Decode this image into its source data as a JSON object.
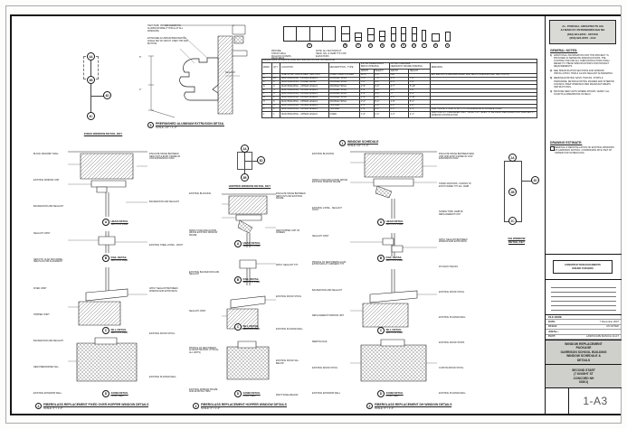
{
  "titleblock": {
    "architect": [
      "J.L. PURCELL ARCHITECTS AIA",
      "44 MAIN ST. PETERBOROUGH NH",
      "(603) 924-2200 - OFFICE",
      "(603) 924-6070 - FAX"
    ],
    "general_notes_title": "GENERAL NOTES:",
    "general_notes": [
      "ADDITIONAL INFORMATION FOR THIS PROJECT IS PROVIDED IN SEPARATE SPECIFICATIONS. THE CONTRACTOR AND ALL SUBCONTRACTORS SHALL REFER TO THESE SPECIFICATIONS FOR PROJECT REQUIREMENTS.",
      "SEE SPECIFICATION SECTIONS FOR WINDOW INSTALLATION, TRIM & GLASS SEALANT ALTERNATES.",
      "REMOVE EXISTING SASH, TRACKS, STOPS & HARDWARE. RETAIN EXISTING FRAMES AND INTERIOR CASINGS. PREP OPENINGS PER MANUFACTURER'S INSTRUCTIONS.",
      "PROVIDE NEW UNITS WHERE SHOWN. VERIFY ALL COUNTS & DIMENSIONS IN FIELD."
    ],
    "drawing_estimate_title": "DRAWING ESTIMATE:",
    "drawing_estimate": [
      "REMOVAL & REINSTALLATION OF EXISTING WINDOWS AT GARRISON SCHOOL. COORDINATE SITE VISIT W/ OWNER FOR SCHEDULING."
    ],
    "stamp": [
      "CONSTRUCTION DOCUMENTS",
      "ISSUED FOR BIDS"
    ],
    "file_info": [
      {
        "label": "FILE NAME:",
        "value": ""
      },
      {
        "label": "DATE:",
        "value": "7 December 2007"
      },
      {
        "label": "SCALE:",
        "value": "AS NOTED"
      },
      {
        "label": "JOB No.:",
        "value": ""
      },
      {
        "label": "PLOT:",
        "value": "LANDSCAPE MANUAL 11x17"
      }
    ],
    "project": [
      "WINDOW REPLACEMENT",
      "PACKAGE",
      "GARRISON SCHOOL BUILDING",
      "WINDOW SCHEDULE &",
      "DETAILS"
    ],
    "client": [
      "SECOND START",
      "(7 KNIGHT ST",
      "CONCORD NH",
      "03301)"
    ],
    "sheet_number": "1-A3"
  },
  "schedule": {
    "title": "GARRISON WINDOW AND EXTERIOR DOOR SCHEDULE",
    "group1": {
      "l1": "INITIAL DIMENSIONS",
      "l2": "BRICK OPENING"
    },
    "group2": {
      "l1": "INITIAL OVERSIZE",
      "l2": "NEW/EXIST FRAME OPENING"
    },
    "columns": {
      "mark": "MARK",
      "qty": "QTY",
      "loc": "LOCATION",
      "desc": "DESCRIPTION - TYPE",
      "w": "WIDTH",
      "h": "HEIGHT",
      "remarks": "REMARKS"
    },
    "rows": [
      {
        "mark": "A",
        "qty": "7",
        "loc": "ONE STORY ADD'N WEST SECTION",
        "desc": "FIXED OVER HOPPER",
        "w1": "20'-4\"",
        "h1": "8'-0\"",
        "w2": "N/A",
        "h2": "",
        "rem": "ENTIRE UNITS ARE REPLACED W/IN BRICK OPENING (MAY BE 2 UNITS)"
      },
      {
        "mark": "B",
        "qty": "22",
        "loc": "MAIN BUILDING - UPPER LEVELS",
        "desc": "DOUBLE HUNG",
        "w1": "3'-1\"",
        "h1": "7'-8\"",
        "w2": "2'-9\"",
        "h2": "7'-2\"",
        "rem": ""
      },
      {
        "mark": "C",
        "qty": "8",
        "loc": "MAIN BUILDING - LOWER LEVEL",
        "desc": "DOUBLE HUNG",
        "w1": "3'-1\"",
        "h1": "6'-1\"",
        "w2": "2'-9\"",
        "h2": "5'-9\"",
        "rem": ""
      },
      {
        "mark": "D",
        "qty": "9",
        "loc": "MAIN BUILDING - UPPER LEVELS",
        "desc": "DOUBLE HUNG",
        "w1": "2'-9\"",
        "h1": "6'-2\"",
        "w2": "2'-7\"",
        "h2": "5'-10\"",
        "rem": ""
      },
      {
        "mark": "E",
        "qty": "4",
        "loc": "MAIN BUILDING - UPPER LEVELS",
        "desc": "DOUBLE HUNG",
        "w1": "2'-4\"",
        "h1": "6'-4\"",
        "w2": "2'-1\"",
        "h2": "5'-8\"",
        "rem": ""
      },
      {
        "mark": "F",
        "qty": "6",
        "loc": "MAIN BUILDING - UPPER LEVELS",
        "desc": "DOUBLE HUNG",
        "w1": "1'-9\"",
        "h1": "6'-5\"",
        "w2": "—",
        "h2": "6'-1\"",
        "rem": ""
      },
      {
        "mark": "G",
        "qty": "2",
        "loc": "MAIN BUILDING - UPPER LEVELS",
        "desc": "DOUBLE HUNG",
        "w1": "2'-9\"",
        "h1": "6'-2\"",
        "w2": "2'-6\"",
        "h2": "5'-11\"",
        "rem": ""
      },
      {
        "mark": "H",
        "qty": "6",
        "loc": "MAIN BUILDING - UPPER LEVELS",
        "desc": "DOUBLE HUNG",
        "w1": "2'-2\"",
        "h1": "5'-2\"",
        "w2": "1'-9\"",
        "h2": "5'-1\"",
        "rem": ""
      },
      {
        "mark": "J",
        "qty": "4",
        "loc": "MAIN BUILDING - UPPER LEVELS",
        "desc": "HOPPER",
        "w1": "2'-4\"",
        "h1": "2'-4\"",
        "w2": "2'-2\"",
        "h2": "2'-2\"",
        "rem": ""
      },
      {
        "mark": "K",
        "qty": "2",
        "loc": "MAIN BUILDING - UPPER LEVELS",
        "desc": "HOPPER",
        "w1": "1'-9\"",
        "h1": "2'-4\"",
        "w2": "1'-6\"",
        "h2": "2'-1\"",
        "rem": "PAIR TRIPLE 'F' AND 'G' MT'L TO COORDINATE W/ DOUBLE HUNG"
      },
      {
        "mark": "L",
        "qty": "1",
        "loc": "MAIN BUILDING - UPPER LEVELS",
        "desc": "FIXED",
        "w1": "1'-6\"",
        "h1": "2'-4\"",
        "w2": "1'-2\"",
        "h2": "2'-1\"",
        "rem": "VERTICAL MT OVERSIZED ONLY - EXACT MT SIZES TO BE FIELD MEASURED AND VERIFIED BY WINDOW CONTRACTOR"
      }
    ],
    "caption": {
      "num": "1",
      "title": "WINDOW SCHEDULE",
      "scale": "SCALE: 1/2\" = 1'-0\""
    }
  },
  "window_types": {
    "wide_label": "A",
    "note_left": "PROVIDE STRUCTURAL MULLION COVERS - FIELD MEAS.",
    "note_right": "NOTE: ALL SECTIONS AT HEAD, SILL & JAMB TYP. FOR ELEVATIONS",
    "items": [
      {
        "label": "B",
        "w": 10,
        "h": 17,
        "split": true
      },
      {
        "label": "C",
        "w": 8,
        "h": 10,
        "split": true
      },
      {
        "label": "D",
        "w": 8,
        "h": 15,
        "split": true
      },
      {
        "label": "E",
        "w": 7,
        "h": 12,
        "split": true
      },
      {
        "label": "F",
        "w": 6,
        "h": 16,
        "split": true
      },
      {
        "label": "G",
        "w": 6,
        "h": 16,
        "split": true
      },
      {
        "label": "H",
        "w": 6,
        "h": 16,
        "split": true
      },
      {
        "label": "J",
        "w": 5,
        "h": 13,
        "split": false
      },
      {
        "label": "K",
        "w": 9,
        "h": 9,
        "split": false
      },
      {
        "label": "L",
        "w": 6,
        "h": 11,
        "split": false
      }
    ]
  },
  "extrusion": {
    "num": "5",
    "title": "PREFINISHED ALUMINUM EXTRUSION DETAIL",
    "scale": "SCALE: 1/2\" = 1'-0\"",
    "notes": [
      "HIGH PERF. PRIMED CLEAR FIN. ALUMINUM WIRE (TYPICAL AT ALL WINDOWS)",
      "EXTRUDED ALUMINUM BRACKETING ANGLE SET W/ GROUT LINES TOP AND BOTTOM",
      "SEALANT"
    ],
    "dims": [
      "5\"",
      "2\""
    ]
  },
  "keys": {
    "fixed": {
      "title": "FIXED WINDOW DETAIL KEY",
      "m1": "4A",
      "m2": "4B",
      "m3": "4D",
      "m4": "4C"
    },
    "hopper": {
      "title": "HOPPER WINDOW DETAIL KEY",
      "m1": "3A",
      "m2": "3D",
      "m3": "3B"
    },
    "dh": {
      "title1": "DH WINDOW",
      "title2": "DETAIL KEY",
      "m1": "2A",
      "m2": "2D",
      "m3": "2B",
      "m4": "2C"
    }
  },
  "details": [
    {
      "num": "4",
      "title": "FIBERGLASS REPLACEMENT FIXED OVER HOPPER WINDOW DETAILS",
      "scale": "SCALE: 3\" = 1'-0\"",
      "sections": [
        {
          "mark": "A",
          "l1": "HEAD DETAIL",
          "l2": "SECTION VIEW"
        },
        {
          "mark": "B",
          "l1": "RAIL DETAIL",
          "l2": "SECTION VIEW"
        },
        {
          "mark": "C",
          "l1": "SILL DETAIL",
          "l2": "SECTION VIEW"
        },
        {
          "mark": "D",
          "l1": "JAMB DETAIL",
          "l2": "PLAN VIEW"
        }
      ],
      "ann_left": [
        "BLOCK MASONRY WALL",
        "EXISTING WINDOW UNIT",
        "BACKER ROD AND SEALANT",
        "SEALANT JOINT",
        "NEW PVC CLAD WD FRAME - SEE PLAN FOR ALIGNMENT",
        "FIXED JOINT",
        "HOPPER JOINT",
        "BACKER ROD AND SEALANT",
        "NEW PREFINISHED SILL",
        "EXISTING EXTERIOR WALL"
      ],
      "ann_right": [
        "INSULATE SPACE BETWEEN NEW UNIT & EXIST FRAME W/ LOW EXPANSION FOAM",
        "BACKER ROD AND SEALANT",
        "EXISTING STEEL LINTEL - PAINT",
        "APPLY SEALANT BETWEEN WINDOW AND EXTRUSION",
        "EXISTING WOOD STOOL",
        "EXISTING PLASTER WALL"
      ]
    },
    {
      "num": "3",
      "title": "FIBERGLASS REPLACEMENT HOPPER WINDOW DETAILS",
      "scale": "SCALE: 3\" = 1'-0\"",
      "sections": [
        {
          "mark": "A",
          "l1": "HEAD DETAIL",
          "l2": "SECTION VIEW"
        },
        {
          "mark": "B",
          "l1": "RAIL DETAIL",
          "l2": "SECTION VIEW"
        },
        {
          "mark": "C",
          "l1": "SILL DETAIL",
          "l2": "SECTION VIEW"
        },
        {
          "mark": "D",
          "l1": "JAMB DETAIL",
          "l2": "PLAN VIEW"
        }
      ],
      "ann_left": [
        "EXISTING BLOCKING",
        "SPRAY FOAM INSULATION ABOVE EXISTING WINDOW FRAME",
        "EXISTING BACKER ROD AND SEALANT",
        "SEALANT JOINT",
        "PROFILE OF NEW PREFIN ALUM EXTRUSION (TYPICAL ALL UNITS)",
        "EXISTING WINDOW FRAME AND EXISTING TRIM"
      ],
      "ann_right": [
        "INSULATE SPACE BETWEEN NEW UNIT AND EXISTING FRAME",
        "NEW HOPPER UNIT W/ SCREEN",
        "APPLY SEALANT TYP.",
        "EXISTING WOOD STOOL",
        "EXISTING PLASTER WALL",
        "EXISTING WOOD SILL BELOW",
        "PAINT STEEL BELOW"
      ]
    },
    {
      "num": "2",
      "title": "FIBERGLASS REPLACEMENT DH WINDOW DETAILS",
      "scale": "SCALE: 3\" = 1'-0\"",
      "sections": [
        {
          "mark": "A",
          "l1": "HEAD DETAIL",
          "l2": "SECTION VIEW"
        },
        {
          "mark": "B",
          "l1": "RAIL DETAIL",
          "l2": "SECTION VIEW"
        },
        {
          "mark": "C",
          "l1": "SILL DETAIL",
          "l2": "SECTION VIEW"
        },
        {
          "mark": "D",
          "l1": "JAMB DETAIL",
          "l2": "PLAN VIEW"
        }
      ],
      "ann_left": [
        "EXISTING BLOCKING",
        "SPRAY FOAM INSULATION ABOVE EXISTING WINDOW FRAME",
        "EXISTING LINTEL - SEALANT JOINT",
        "SEALANT JOINT",
        "PROFILE OF NEW PREFIN ALUM EXTRUSION AT CORNERS TYP.",
        "BACKER ROD AND SEALANT",
        "REPLACEMENT WINDOW UNIT",
        "MEETING RAIL",
        "EXISTING WOOD STOOL",
        "EXISTING EXTERIOR WALL"
      ],
      "ann_right": [
        "INSULATE SPACE BETWEEN NEW UNIT AND EXIST FRAME W/ LOW EXPANSION FOAM",
        "STRAP ANCHORS - FASTEN TO EXIST FRAME TYP. EA. JAMB",
        "SCREW THRU JAMB W/ REPLACEMENT UNIT",
        "APPLY SEALANT BETWEEN WINDOW AND EXTRUSION",
        "DH SASH TRACKS",
        "EXISTING WOOD STOOL",
        "EXISTING PLASTER WALL",
        "EXISTING WOOD STOPS",
        "CUSTOM WOOD STOOL",
        "EXISTING PLASTER WALL"
      ]
    }
  ]
}
